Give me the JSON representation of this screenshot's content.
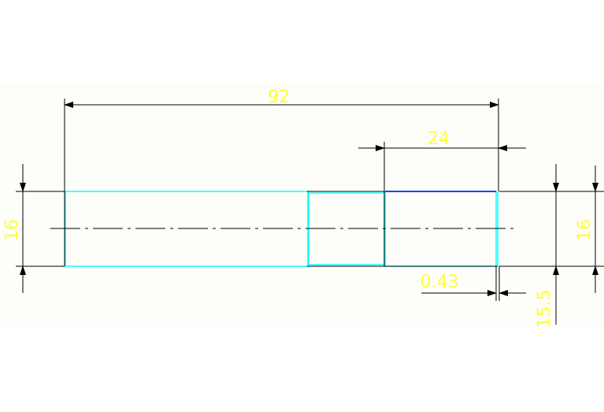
{
  "drawing": {
    "colors": {
      "background": "#ffffff",
      "canvas": "#fdfef9",
      "dimension_text": "#ffff33",
      "dimension_line": "#000000",
      "part_outline": "#00ffff",
      "part_edge_highlight": "#0000ff",
      "centerline": "#000000"
    },
    "dimensions": {
      "overall_length": "92",
      "right_section_length": "24",
      "left_height": "16",
      "right_height": "16",
      "small_gap": "0.43",
      "bottom_right": "15.5"
    }
  }
}
